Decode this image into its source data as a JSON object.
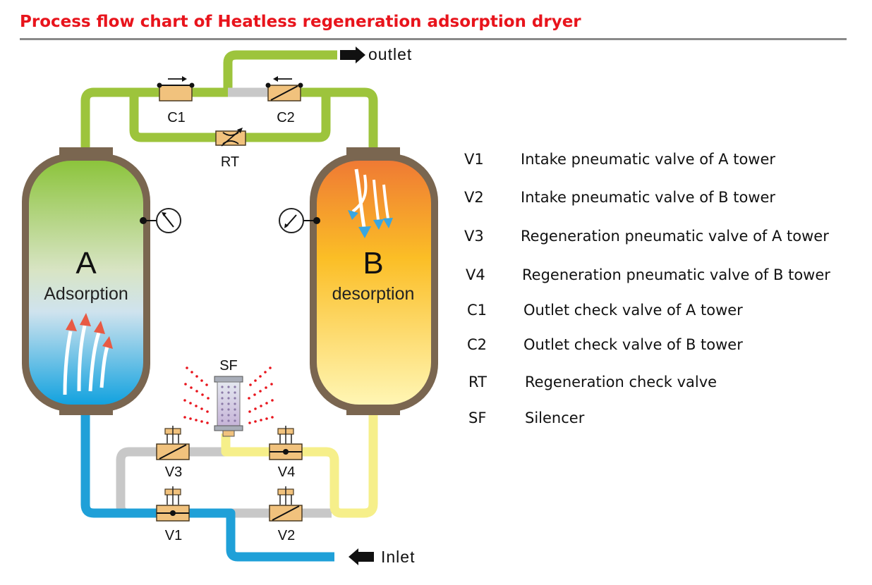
{
  "title": "Process flow chart of Heatless regeneration adsorption dryer",
  "colors": {
    "title": "#e8141c",
    "dry_air_pipe": "#9dc43c",
    "wet_air_pipe": "#1fa0d8",
    "regen_pipe": "#f6ef8a",
    "idle_pipe": "#c8c8c8",
    "tower_shell": "#7a6650",
    "valve_body": "#f1c27d"
  },
  "diagram": {
    "outlet_label": "outlet",
    "inlet_label": "Inlet",
    "tower_a": {
      "letter": "A",
      "state": "Adsorption"
    },
    "tower_b": {
      "letter": "B",
      "state": "desorption"
    },
    "components": {
      "c1": "C1",
      "c2": "C2",
      "rt": "RT",
      "sf": "SF",
      "v1": "V1",
      "v2": "V2",
      "v3": "V3",
      "v4": "V4"
    },
    "icons": [
      "pressure-gauge-icon",
      "check-valve-icon",
      "throttle-valve-icon",
      "pneumatic-valve-icon",
      "silencer-icon",
      "flow-arrow-icon"
    ]
  },
  "legend": [
    {
      "code": "V1",
      "desc": "Intake pneumatic valve of A tower"
    },
    {
      "code": "V2",
      "desc": "Intake pneumatic valve of B tower"
    },
    {
      "code": "V3",
      "desc": "Regeneration pneumatic valve of A tower"
    },
    {
      "code": "V4",
      "desc": "Regeneration pneumatic valve of B tower"
    },
    {
      "code": "C1",
      "desc": "Outlet check valve of A tower"
    },
    {
      "code": "C2",
      "desc": "Outlet check valve of B tower"
    },
    {
      "code": "RT",
      "desc": "Regeneration check valve"
    },
    {
      "code": "SF",
      "desc": "Silencer"
    }
  ]
}
